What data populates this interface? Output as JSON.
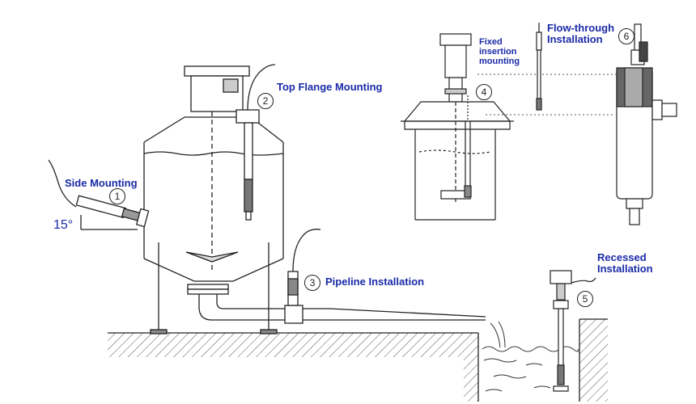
{
  "labels": {
    "side": "Side Mounting",
    "top_flange": "Top Flange Mounting",
    "pipeline": "Pipeline Installation",
    "fixed": [
      "Fixed",
      "insertion",
      "mounting"
    ],
    "flow": [
      "Flow-through",
      "Installation"
    ],
    "recessed": [
      "Recessed",
      "Installation"
    ],
    "angle": "15°"
  },
  "markers": [
    "1",
    "2",
    "3",
    "4",
    "5",
    "6"
  ],
  "colors": {
    "label": "#1a2aa8",
    "line": "#222222",
    "hatch": "#555555"
  }
}
